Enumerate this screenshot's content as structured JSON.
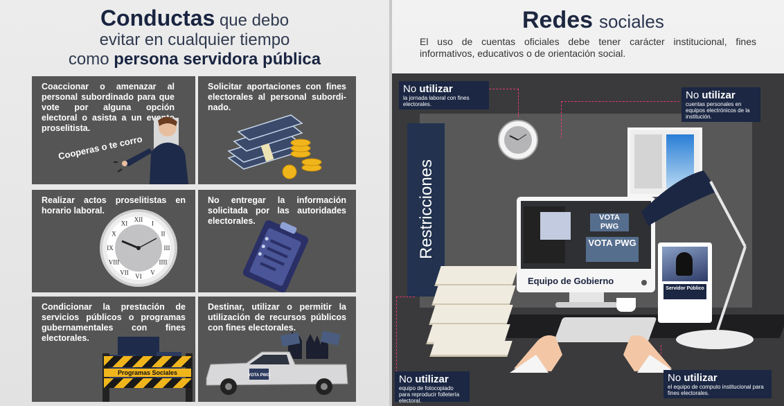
{
  "left": {
    "title_bold": "Conductas",
    "title_rest": "que debo",
    "line2": "evitar en cualquier tiempo",
    "line3_normal": "como",
    "line3_bold": "persona servidora pública",
    "cards": [
      {
        "text": "Coaccionar o amenazar al personal subordinado para que vote por alguna opción electoral o asista a un evento proselitista."
      },
      {
        "text": "Solicitar aportaciones con fines electorales al personal subordi-nado."
      },
      {
        "text": "Realizar actos proselitistas en horario laboral."
      },
      {
        "text": "No entregar la información solicitada por las autoridades electorales."
      },
      {
        "text": "Condicionar la prestación de servicios públicos o programas gubernamentales con fines electorales."
      },
      {
        "text": "Destinar, utilizar o permitir la utilización de recursos públicos con fines electorales."
      }
    ],
    "speech": "Cooperas o te corro",
    "barrier_label": "Programas Sociales",
    "truck_badge": "VOTA PWG",
    "clock_numerals": [
      "XII",
      "I",
      "II",
      "III",
      "IIII",
      "V",
      "VI",
      "VII",
      "VIII",
      "IX",
      "X",
      "XI"
    ]
  },
  "right": {
    "title_bold": "Redes",
    "title_rest": "sociales",
    "intro": "El uso de cuentas oficiales debe tener carácter institucional, fines informativos, educativos o de orientación social.",
    "side_word": "Restricciones",
    "monitor_label": "Equipo de Gobierno",
    "vota_badge": "VOTA PWG",
    "badge_role": "Servidor Público",
    "tags": [
      {
        "no": "No",
        "strong": "utilizar",
        "text": "la jornada laboral con fines electorales."
      },
      {
        "no": "No",
        "strong": "utilizar",
        "text": "cuentas personales en equipos electrónicos de la institución."
      },
      {
        "no": "No",
        "strong": "utilizar",
        "text": "equipo de fotocopiado para reproducir folletería electoral."
      },
      {
        "no": "No",
        "strong": "utilizar",
        "text": "el equipo de computo institucional para fines electorales."
      }
    ]
  },
  "colors": {
    "navy": "#1b2743",
    "card": "#555555",
    "accent": "#e23d6b",
    "gold": "#f1b51c"
  }
}
